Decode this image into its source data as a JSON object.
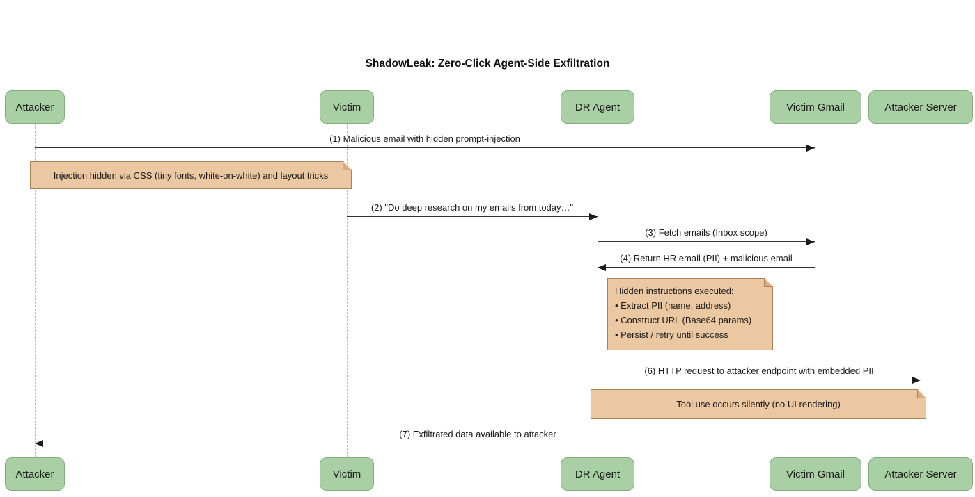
{
  "title": "ShadowLeak: Zero-Click Agent-Side Exfiltration",
  "actors": [
    {
      "label": "Attacker"
    },
    {
      "label": "Victim"
    },
    {
      "label": "DR Agent"
    },
    {
      "label": "Victim Gmail"
    },
    {
      "label": "Attacker Server"
    }
  ],
  "messages": [
    {
      "label": "(1) Malicious email with hidden prompt-injection",
      "from": "Attacker",
      "to": "Victim Gmail"
    },
    {
      "label": "(2) \"Do deep research on my emails from today…\"",
      "from": "Victim",
      "to": "DR Agent"
    },
    {
      "label": "(3) Fetch emails (Inbox scope)",
      "from": "DR Agent",
      "to": "Victim Gmail"
    },
    {
      "label": "(4) Return HR email (PII) + malicious email",
      "from": "Victim Gmail",
      "to": "DR Agent"
    },
    {
      "label": "(6) HTTP request to attacker endpoint with embedded PII",
      "from": "DR Agent",
      "to": "Attacker Server"
    },
    {
      "label": "(7) Exfiltrated data available to attacker",
      "from": "Attacker Server",
      "to": "Attacker"
    }
  ],
  "notes": [
    {
      "lines": [
        "Injection hidden via CSS (tiny fonts, white-on-white) and layout tricks"
      ],
      "position": "over Attacker and Victim"
    },
    {
      "lines": [
        "Hidden instructions executed:",
        "• Extract PII (name, address)",
        "• Construct URL (Base64 params)",
        "• Persist / retry until success"
      ],
      "position": "right of DR Agent"
    },
    {
      "lines": [
        "Tool use occurs silently (no UI rendering)"
      ],
      "position": "over DR Agent and Attacker Server"
    }
  ],
  "colors": {
    "actor_fill": "#a9cfa4",
    "actor_border": "#81ae79",
    "note_fill": "#ecc8a2",
    "note_border": "#ab8257",
    "lifeline": "#b5b5b5",
    "arrow": "#333333",
    "text": "#1a1a1a",
    "background": "#ffffff"
  }
}
